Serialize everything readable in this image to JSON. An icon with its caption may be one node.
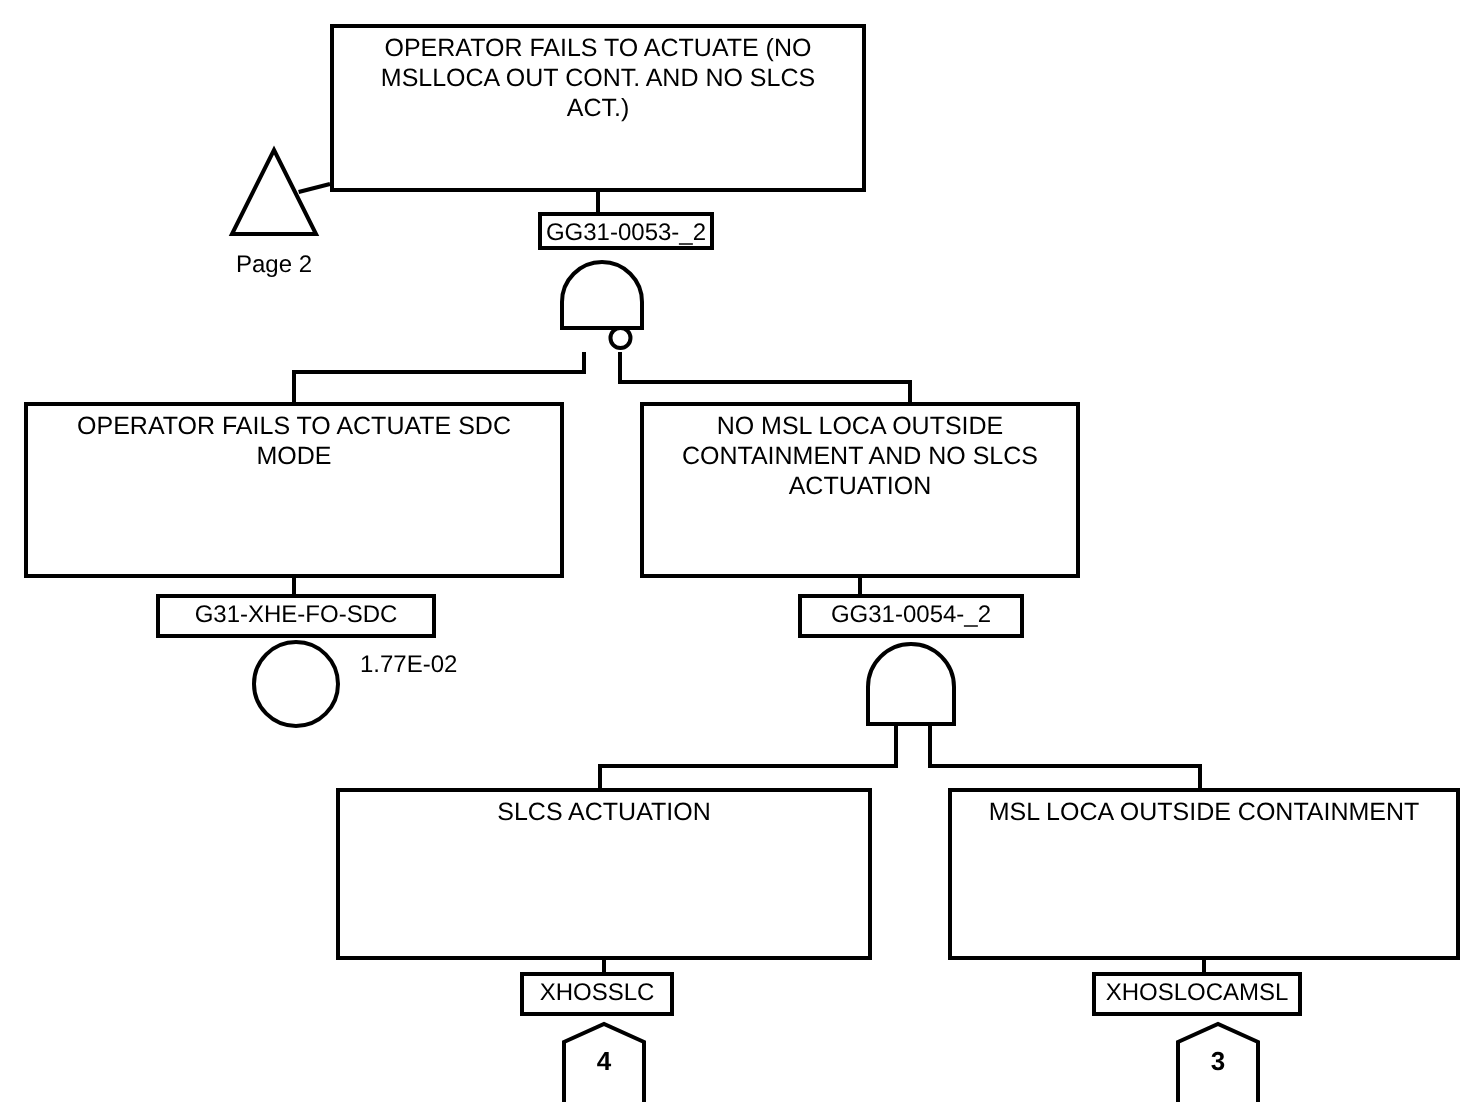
{
  "diagram": {
    "nodes": [
      {
        "text": [
          "OPERATOR FAILS TO ACTUATE (NO MSLLOCA OUT CONT. AND NO SLCS ACT.)"
        ]
      },
      {
        "text": [],
        "shape": "triangle",
        "beside": [
          "Page 2"
        ]
      },
      {
        "text": [
          "GG31-0053-_2"
        ]
      },
      {
        "text": [],
        "shape": "gate"
      },
      {
        "text": [
          "OPERATOR FAILS TO ACTUATE SDC MODE"
        ]
      },
      {
        "text": [
          "G31-XHE-FO-SDC"
        ]
      },
      {
        "text": [],
        "shape": "circle",
        "beside": [
          "1.77E-02"
        ]
      },
      {
        "text": [
          "NO MSL LOCA OUTSIDE CONTAINMENT AND NO SLCS ACTUATION"
        ]
      },
      {
        "text": [
          "GG31-0054-_2"
        ]
      },
      {
        "text": [],
        "shape": "gate"
      },
      {
        "text": [
          "SLCS ACTUATION"
        ]
      },
      {
        "text": [
          "XHOSSLC"
        ]
      },
      {
        "text": [
          "4"
        ]
      },
      {
        "text": [
          "MSL LOCA OUTSIDE CONTAINMENT"
        ]
      },
      {
        "text": [
          "XHOSLOCAMSL"
        ]
      },
      {
        "text": [
          "3"
        ]
      }
    ],
    "edges": [
      {
        "from": 1,
        "to": 0,
        "arrow": "none"
      },
      {
        "from": 0,
        "to": 2,
        "arrow": "none"
      },
      {
        "from": 3,
        "to": 4,
        "arrow": "none"
      },
      {
        "from": 3,
        "to": 7,
        "arrow": "none"
      },
      {
        "from": 4,
        "to": 5,
        "arrow": "none"
      },
      {
        "from": 7,
        "to": 8,
        "arrow": "none"
      },
      {
        "from": 9,
        "to": 10,
        "arrow": "none"
      },
      {
        "from": 9,
        "to": 13,
        "arrow": "none"
      },
      {
        "from": 10,
        "to": 11,
        "arrow": "none"
      },
      {
        "from": 13,
        "to": 14,
        "arrow": "none"
      }
    ]
  }
}
